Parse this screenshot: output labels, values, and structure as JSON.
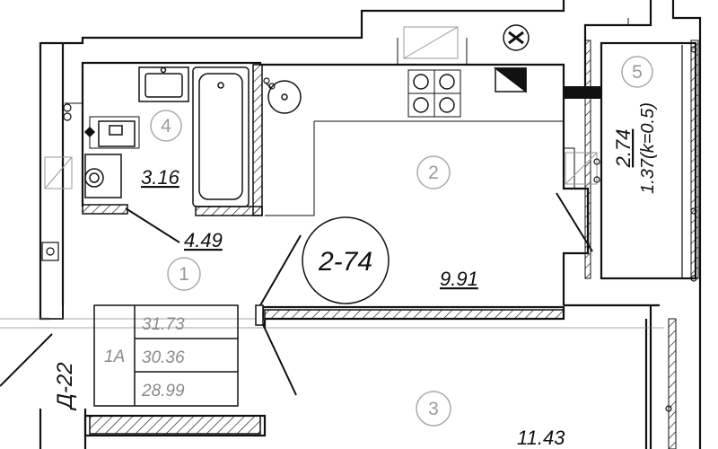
{
  "plan": {
    "apartment_number": "2-74",
    "axis_label": "Д-22",
    "rooms": [
      {
        "id": "1",
        "area": "4.49"
      },
      {
        "id": "2",
        "area": "9.91"
      },
      {
        "id": "3",
        "area": "11.43"
      },
      {
        "id": "4",
        "area": "3.16"
      },
      {
        "id": "5",
        "area_line1": "2.74",
        "area_line2": "1.37(k=0.5)"
      }
    ],
    "summary": {
      "type": "1A",
      "total_areas": [
        "31.73",
        "30.36",
        "28.99"
      ]
    }
  }
}
